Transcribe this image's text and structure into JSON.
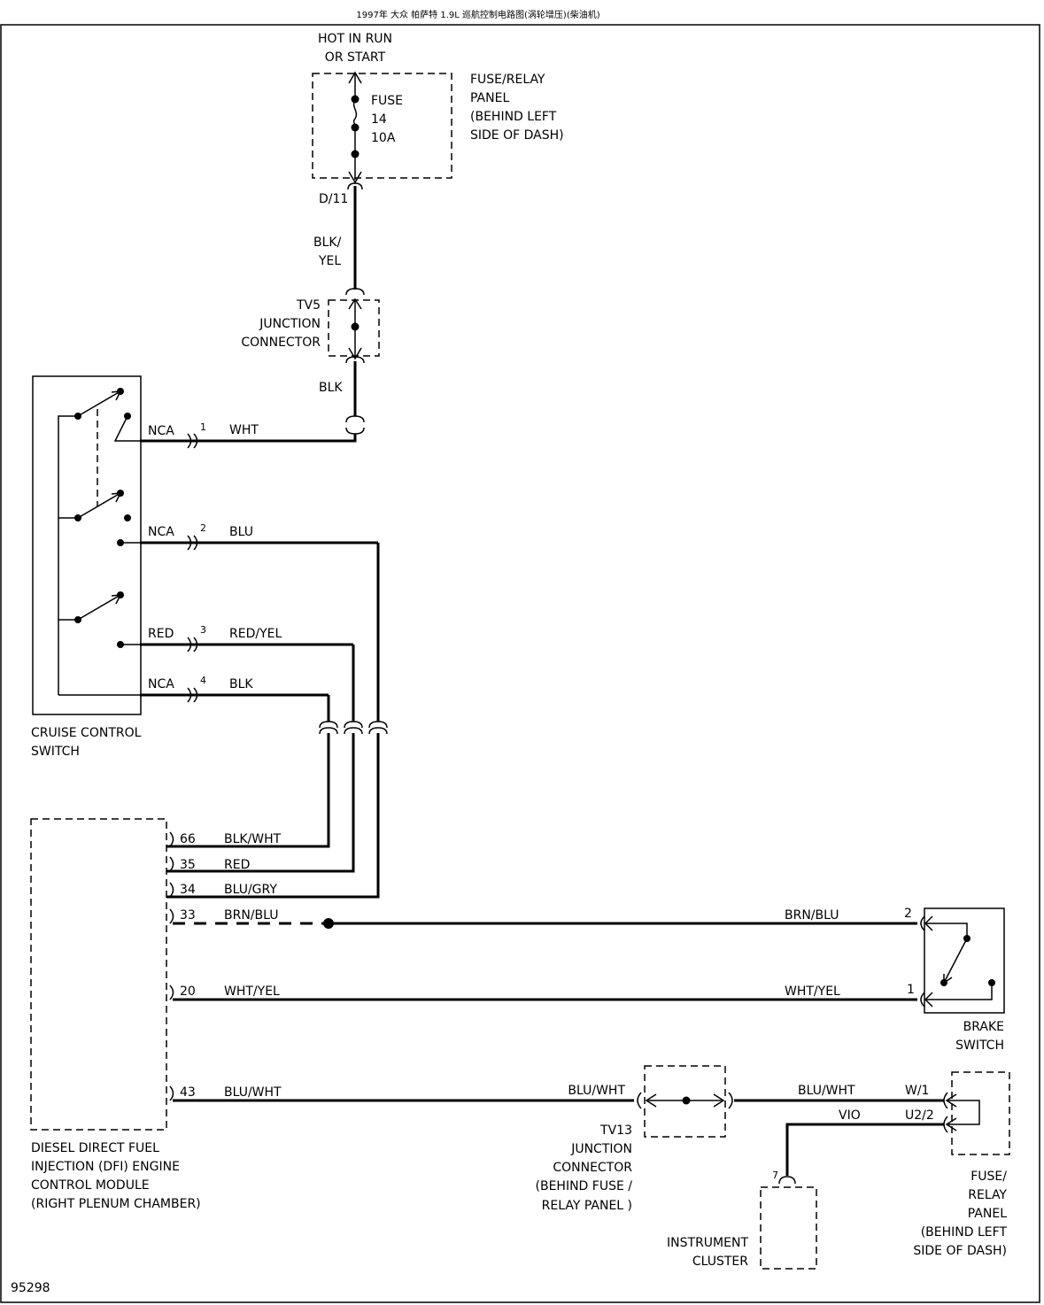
{
  "header": "1997年 大众 帕萨特 1.9L 巡航控制电路图(涡轮增压)(柴油机)",
  "figure_number": "95298",
  "fuse_block": {
    "supply": [
      "HOT IN RUN",
      "OR START"
    ],
    "fuse": [
      "FUSE",
      "14",
      "10A"
    ],
    "panel": [
      "FUSE/RELAY",
      "PANEL",
      "(BEHIND LEFT",
      "SIDE OF DASH)"
    ],
    "terminal": "D/11"
  },
  "wire_labels": {
    "blk_yel": [
      "BLK/",
      "YEL"
    ],
    "blk_upper": "BLK",
    "wht": "WHT",
    "blu": "BLU",
    "red_yel": "RED/YEL",
    "blk_lower": "BLK"
  },
  "tv5": [
    "TV5",
    "JUNCTION",
    "CONNECTOR"
  ],
  "cruise_switch": {
    "title": [
      "CRUISE CONTROL",
      "SWITCH"
    ],
    "pins": [
      {
        "num": "1",
        "label": "NCA"
      },
      {
        "num": "2",
        "label": "NCA"
      },
      {
        "num": "3",
        "label": "RED"
      },
      {
        "num": "4",
        "label": "NCA"
      }
    ]
  },
  "ecm": {
    "title": [
      "DIESEL DIRECT FUEL",
      "INJECTION (DFI) ENGINE",
      "CONTROL MODULE",
      "(RIGHT PLENUM CHAMBER)"
    ],
    "pins": [
      {
        "num": "66",
        "wire": "BLK/WHT"
      },
      {
        "num": "35",
        "wire": "RED"
      },
      {
        "num": "34",
        "wire": "BLU/GRY"
      },
      {
        "num": "33",
        "wire": "BRN/BLU"
      },
      {
        "num": "20",
        "wire": "WHT/YEL"
      },
      {
        "num": "43",
        "wire": "BLU/WHT"
      }
    ]
  },
  "brake_switch": {
    "title": [
      "BRAKE",
      "SWITCH"
    ],
    "pins": [
      {
        "num": "2",
        "wire": "BRN/BLU"
      },
      {
        "num": "1",
        "wire": "WHT/YEL"
      }
    ]
  },
  "tv13": {
    "title": [
      "TV13",
      "JUNCTION",
      "CONNECTOR",
      "(BEHIND FUSE /",
      "RELAY PANEL )"
    ],
    "wire_in": "BLU/WHT",
    "wire_out": "BLU/WHT"
  },
  "fuse_relay_2": {
    "title": [
      "FUSE/",
      "RELAY",
      "PANEL",
      "(BEHIND LEFT",
      "SIDE OF DASH)"
    ],
    "terminals": [
      "W/1",
      "U2/2"
    ],
    "vio": "VIO"
  },
  "instrument_cluster": {
    "title": [
      "INSTRUMENT",
      "CLUSTER"
    ],
    "pin": "7"
  }
}
